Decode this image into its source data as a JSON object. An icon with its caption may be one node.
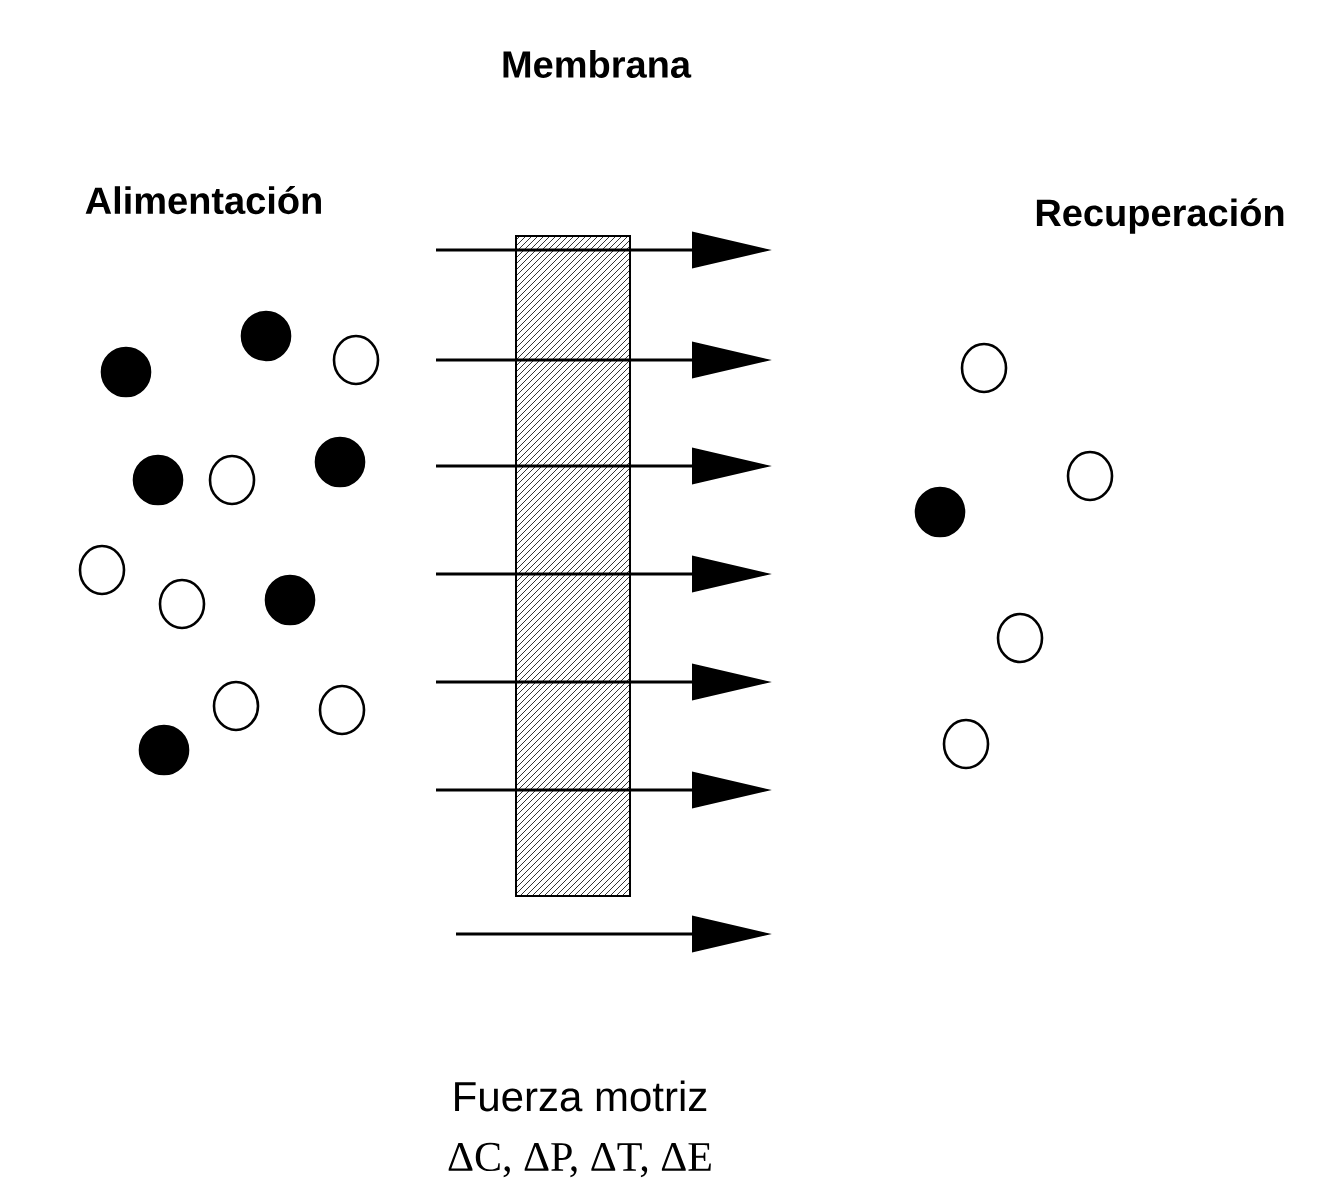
{
  "diagram": {
    "labels": [
      "Membrana",
      "Alimentación",
      "Recuperación",
      "Fuerza motriz",
      "ΔC, ΔP, ΔT, ΔE"
    ]
  }
}
